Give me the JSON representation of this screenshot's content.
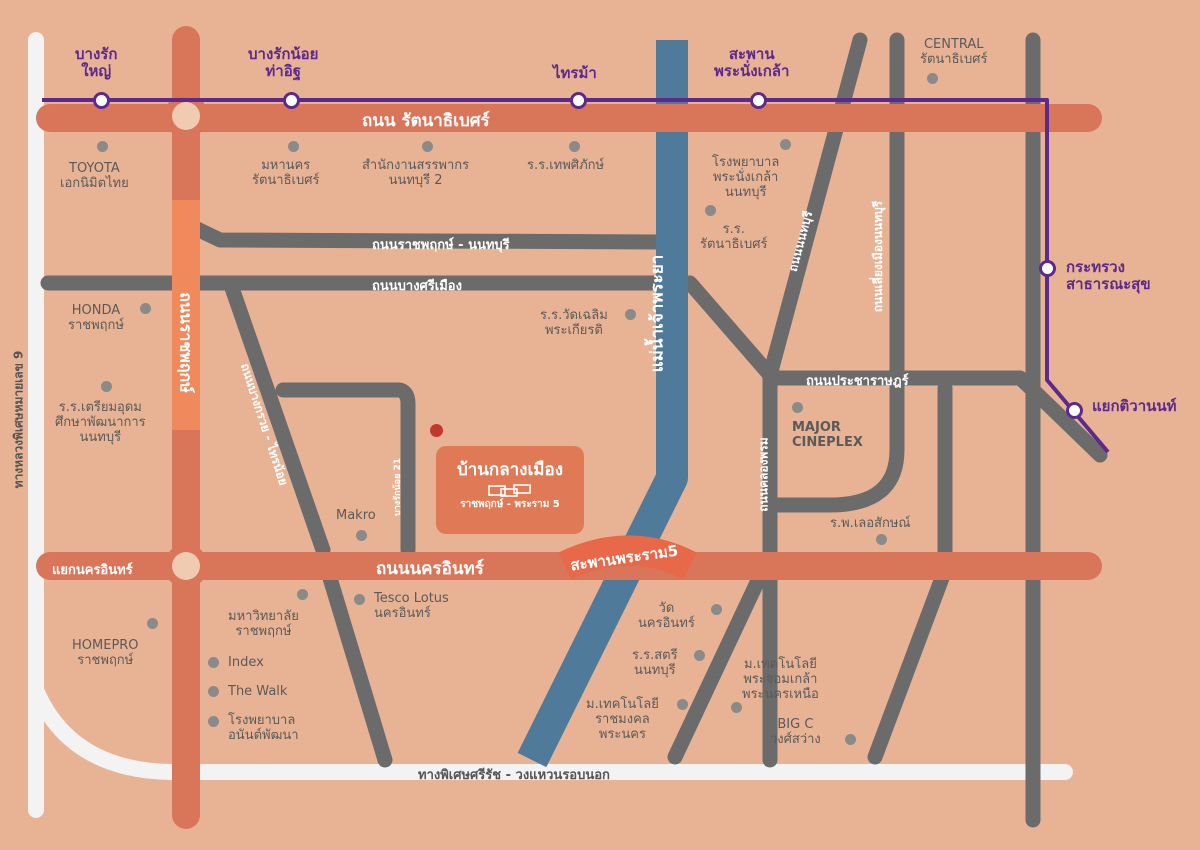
{
  "colors": {
    "background": "#e8b394",
    "main_road": "#d9765a",
    "minor_road": "#6b6b6b",
    "river": "#4f7a99",
    "expressway": "#f3f3f3",
    "transit_line": "#5c2a8c",
    "project_box": "#e07a56"
  },
  "project": {
    "name": "บ้านกลางเมือง",
    "subtitle": "ราชพฤกษ์ - พระราม 5",
    "logo_icon": "project-logo-icon"
  },
  "transit_stations": {
    "bang_rak_yai": "บางรัก\nใหญ่",
    "bang_rak_noi": "บางรักน้อย\nท่าอิฐ",
    "sai_ma": "ไทรม้า",
    "saphan_phra_nang_klao": "สะพาน\nพระนั่งเกล้า",
    "ministry_public_health": "กระทรวง\nสาธารณะสุข",
    "yaek_tiwanon": "แยกติวานนท์"
  },
  "roads": {
    "rattanathibet": "ถนน รัตนาธิเบศร์",
    "nakhon_in": "ถนนนครอินทร์",
    "ratchaphruek_nonthaburi": "ถนนราชพฤกษ์ - นนทบุรี",
    "bang_si_mueang": "ถนนบางศรีเมือง",
    "ratchaphruek": "ถนนราชพฤกษ์",
    "bang_kruai_sai_noi": "ถนนบางกรวย - ไทรน้อย",
    "prachachuen": "ถนนประชาราษฎร์",
    "nonthaburi_road": "ถนนนนทบุรี",
    "liang_mueang": "ถนนเลี่ยงเมืองนนทบุรี",
    "khlong_phrom": "ถนนคลองพรม",
    "kanchanaphisek": "ทางพิเศษศรีรัช - วงแหวนรอบนอก",
    "highway_9": "ทางหลวงพิเศษหมายเลข 9",
    "yaek_nakhon_in": "แยกนครอินทร์",
    "phra_ram_5_bridge": "สะพานพระราม5",
    "chao_phraya": "แม่น้ำเจ้าพระยา",
    "soi_21": "บางรักน้อย 21"
  },
  "pois": {
    "central": "CENTRAL\nรัตนาธิเบศร์",
    "toyota": "TOYOTA\nเอกนิมิตไทย",
    "mahanakorn": "มหานคร\nรัตนาธิเบศร์",
    "revenue_office": "สำนักงานสรรพากร\nนนทบุรี 2",
    "thep_sikhok": "ร.ร.เทพศิภักษ์",
    "phra_nang_klao_hospital": "โรงพยาบาล\nพระนั่งเกล้า\nนนทบุรี",
    "rattanathibet_school": "ร.ร.\nรัตนาธิเบศร์",
    "honda": "HONDA\nราชพฤกษ์",
    "wat_chaloem": "ร.ร.วัดเฉลิม\nพระเกียรติ",
    "triam_udom": "ร.ร.เตรียมอุดม\nศึกษาพัฒนาการ\nนนทบุรี",
    "major": "MAJOR\nCINEPLEX",
    "makro": "Makro",
    "lertsakul": "ร.พ.เลอสักษณ์",
    "tesco": "Tesco Lotus\nนครอินทร์",
    "ratchaphruek_univ": "มหาวิทยาลัย\nราชพฤกษ์",
    "homepro": "HOMEPRO\nราชพฤกษ์",
    "wat_nakhon_in": "วัด\nนครอินทร์",
    "index": "Index",
    "satri_school": "ร.ร.สตรี\nนนทบุรี",
    "rmutp_north": "ม.เทคโนโลยี\nพระจอมเกล้า\nพระนครเหนือ",
    "the_walk": "The Walk",
    "rmut_suvarnabhumi": "ม.เทคโนโลยี\nราชมงคล\nพระนคร",
    "bigc": "BIG C\nวงศ์สว่าง",
    "anantapat_hospital": "โรงพยาบาล\nอนันต์พัฒนา"
  }
}
